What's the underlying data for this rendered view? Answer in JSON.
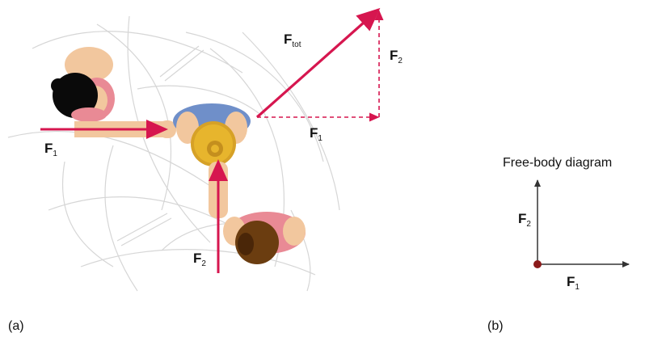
{
  "panel_a": {
    "label": "(a)",
    "force1_label": "F",
    "force1_sub": "1",
    "force2_label": "F",
    "force2_sub": "2",
    "ftot_label": "F",
    "ftot_sub": "tot",
    "triangle_f1_label": "F",
    "triangle_f1_sub": "1",
    "triangle_f2_label": "F",
    "triangle_f2_sub": "2"
  },
  "panel_b": {
    "label": "(b)",
    "title": "Free-body diagram",
    "force1_label": "F",
    "force1_sub": "1",
    "force2_label": "F",
    "force2_sub": "2"
  },
  "colors": {
    "arrow": "#d6164f",
    "dashed": "#d6164f",
    "body_arrow": "#333333",
    "point": "#8b1a1a",
    "ice_lines": "#d4d4d4"
  },
  "icons": [
    "skater-pushed",
    "skater-left",
    "skater-bottom"
  ]
}
